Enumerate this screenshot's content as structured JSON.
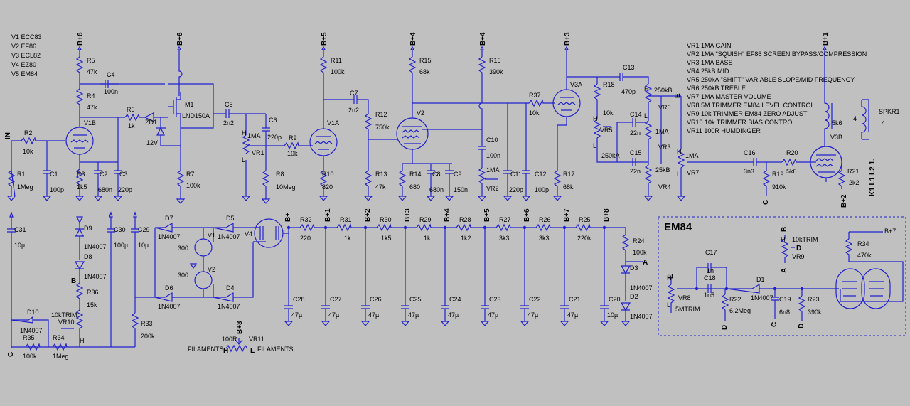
{
  "legend": [
    "V1 ECC83",
    "V2 EF86",
    "V3 ECL82",
    "V4 EZ80",
    "V5 EM84"
  ],
  "notes": [
    "VR1 1MA GAIN",
    "VR2 1MA \"SQUISH\" EF86 SCREEN BYPASS/COMPRESSION",
    "VR3 1MA BASS",
    "VR4 25kB MID",
    "VR5 250kA \"SHIFT\" VARIABLE SLOPE/MID FREQUENCY",
    "VR6 250kB TREBLE",
    "VR7 1MA MASTER VOLUME",
    "VR8 5M TRIMMER EM84 LEVEL CONTROL",
    "VR9 10k TRIMMER EM84 ZERO ADJUST",
    "VR10 10k TRIMMER BIAS CONTROL",
    "VR11 100R HUMDINGER"
  ],
  "em84_title": "EM84",
  "nets": {
    "in": "IN",
    "b6": "B+6",
    "b5": "B+5",
    "b4": "B+4",
    "b3": "B+3",
    "b1": "B+1",
    "b2": "B+2",
    "b7": "B+7",
    "b8": "B+8",
    "bplus": "B+",
    "e": "E",
    "c": "C",
    "a": "A",
    "b": "B",
    "d": "D",
    "h": "H",
    "l": "L",
    "k1l1l2": "K1 L1 L2 1.",
    "filaments": "FILAMENTS"
  },
  "tubes": {
    "v1b": "V1B",
    "v1a": "V1A",
    "v2": "V2",
    "v3a": "V3A",
    "v3b": "V3B",
    "v4": "V4"
  },
  "parts": {
    "r1": [
      "R1",
      "1Meg"
    ],
    "r2": [
      "R2",
      "10k"
    ],
    "r3": [
      "R3",
      "1k5"
    ],
    "r4": [
      "R4",
      "47k"
    ],
    "r5": [
      "R5",
      "47k"
    ],
    "r6": [
      "R6",
      "1k"
    ],
    "r7": [
      "R7",
      "100k"
    ],
    "r8": [
      "R8",
      "10Meg"
    ],
    "r9": [
      "R9",
      "10k"
    ],
    "r10": [
      "R10",
      "820"
    ],
    "r11": [
      "R11",
      "100k"
    ],
    "r12": [
      "R12",
      "750k"
    ],
    "r13": [
      "R13",
      "47k"
    ],
    "r14": [
      "R14",
      "680"
    ],
    "r15": [
      "R15",
      "68k"
    ],
    "r16": [
      "R16",
      "390k"
    ],
    "r17": [
      "R17",
      "68k"
    ],
    "r18": [
      "R18",
      "10k"
    ],
    "r19": [
      "R19",
      "910k"
    ],
    "r20": [
      "R20",
      "5k6"
    ],
    "r21": [
      "R21",
      "2k2"
    ],
    "r37": [
      "R37",
      "10k"
    ],
    "c1": [
      "C1",
      "100p"
    ],
    "c2": [
      "C2",
      "680n"
    ],
    "c3": [
      "C3",
      "220p"
    ],
    "c4": [
      "C4",
      "100n"
    ],
    "c5": [
      "C5",
      "2n2"
    ],
    "c6": [
      "C6",
      "220p"
    ],
    "c7": [
      "C7",
      "2n2"
    ],
    "c8": [
      "C8",
      "680n"
    ],
    "c9": [
      "C9",
      "150n"
    ],
    "c10": [
      "C10",
      "100n"
    ],
    "c11": [
      "C11",
      "220p"
    ],
    "c12": [
      "C12",
      "100p"
    ],
    "c13": [
      "C13",
      "470p"
    ],
    "c14": [
      "C14",
      "22n"
    ],
    "c15": [
      "C15",
      "22n"
    ],
    "c16": [
      "C16",
      "3n3"
    ],
    "m1": [
      "M1",
      "LND150A"
    ],
    "zd1": [
      "ZD1",
      "12V"
    ],
    "vr1": [
      "VR1",
      "1MA"
    ],
    "vr2": [
      "VR2",
      "1MA"
    ],
    "vr3": [
      "VR3",
      "1MA"
    ],
    "vr4": [
      "VR4",
      "25kB"
    ],
    "vr5": [
      "VR5",
      "250kA"
    ],
    "vr6": [
      "VR6",
      "250kB"
    ],
    "vr7": [
      "VR7",
      "1MA"
    ],
    "spkr": [
      "SPKR1",
      "4"
    ],
    "spk_other": "4",
    "sk56": "5k6",
    "c31": [
      "C31",
      "10µ"
    ],
    "c30": [
      "C30",
      "100µ"
    ],
    "c29": [
      "C29",
      "10µ"
    ],
    "d9": [
      "D9",
      "1N4007"
    ],
    "d8": [
      "D8",
      "1N4007"
    ],
    "r36": [
      "R36",
      "15k"
    ],
    "d10": [
      "D10",
      "1N4007"
    ],
    "r35": [
      "R35",
      "100k"
    ],
    "r34": [
      "R34",
      "1Meg"
    ],
    "vr10": [
      "VR10",
      "10kTRIM"
    ],
    "r33": [
      "R33",
      "200k"
    ],
    "d7": [
      "D7",
      "1N4007"
    ],
    "d6": [
      "D6",
      "1N4007"
    ],
    "d5": [
      "D5",
      "1N4007"
    ],
    "d4": [
      "D4",
      "1N4007"
    ],
    "v1": [
      "V1",
      "300"
    ],
    "v2": [
      "V2",
      "300"
    ],
    "v4": "V4",
    "vr11": [
      "VR11",
      "100R"
    ],
    "r32": [
      "R32",
      "220"
    ],
    "r31": [
      "R31",
      "1k"
    ],
    "r30": [
      "R30",
      "1k5"
    ],
    "r29": [
      "R29",
      "1k"
    ],
    "r28": [
      "R28",
      "1k2"
    ],
    "r27": [
      "R27",
      "3k3"
    ],
    "r26": [
      "R26",
      "3k3"
    ],
    "r25": [
      "R25",
      "220k"
    ],
    "r24": [
      "R24",
      "100k"
    ],
    "c28": [
      "C28",
      "47µ"
    ],
    "c27": [
      "C27",
      "47µ"
    ],
    "c26": [
      "C26",
      "47µ"
    ],
    "c25": [
      "C25",
      "47µ"
    ],
    "c24": [
      "C24",
      "47µ"
    ],
    "c23": [
      "C23",
      "47µ"
    ],
    "c22": [
      "C22",
      "47µ"
    ],
    "c21": [
      "C21",
      "47µ"
    ],
    "c20": [
      "C20",
      "10µ"
    ],
    "d3": [
      "D3",
      "1N4007"
    ],
    "d2": [
      "D2",
      "1N4007"
    ],
    "em_vr8": [
      "VR8",
      "5MTRIM"
    ],
    "em_c17": [
      "C17",
      "1n"
    ],
    "em_c18": [
      "C18",
      "1n5"
    ],
    "em_r22": [
      "R22",
      "6.2Meg"
    ],
    "em_d1": [
      "D1",
      "1N4007"
    ],
    "em_c19": [
      "C19",
      "6n8"
    ],
    "em_r23": [
      "R23",
      "390k"
    ],
    "em_vr9": [
      "VR9",
      "10kTRIM"
    ],
    "em_r34": [
      "R34",
      "470k"
    ]
  }
}
